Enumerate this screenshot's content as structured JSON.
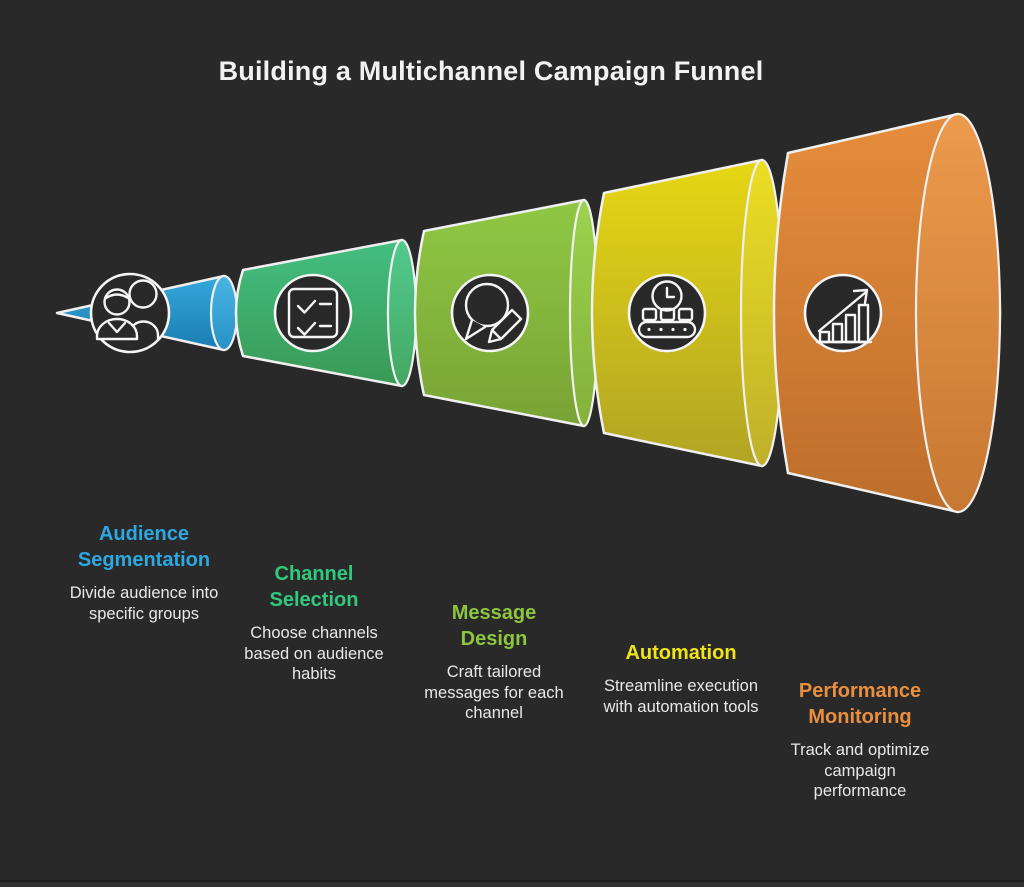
{
  "title": "Building a Multichannel Campaign Funnel",
  "background_color": "#292929",
  "outline_color": "#f0f0f0",
  "stages": [
    {
      "label": "Audience Segmentation",
      "description": "Divide audience into specific groups",
      "color": "#2BA9E0",
      "gradient": [
        "#35a8dc",
        "#1a7cb0"
      ],
      "icon": "audience-people-icon"
    },
    {
      "label": "Channel Selection",
      "description": "Choose channels based on audience habits",
      "color": "#31C97E",
      "gradient": [
        "#43bf81",
        "#3a9955"
      ],
      "icon": "checklist-icon"
    },
    {
      "label": "Message Design",
      "description": "Craft tailored messages for each channel",
      "color": "#8DC63F",
      "gradient": [
        "#8fc844",
        "#79a335"
      ],
      "icon": "message-pencil-icon"
    },
    {
      "label": "Automation",
      "description": "Streamline execution with automation tools",
      "color": "#EFE31A",
      "gradient": [
        "#e6d714",
        "#b1a424"
      ],
      "icon": "automation-conveyor-icon"
    },
    {
      "label": "Performance Monitoring",
      "description": "Track and optimize campaign performance",
      "color": "#E98F3E",
      "gradient": [
        "#e68d3c",
        "#bd6e2c"
      ],
      "icon": "performance-chart-icon"
    }
  ]
}
